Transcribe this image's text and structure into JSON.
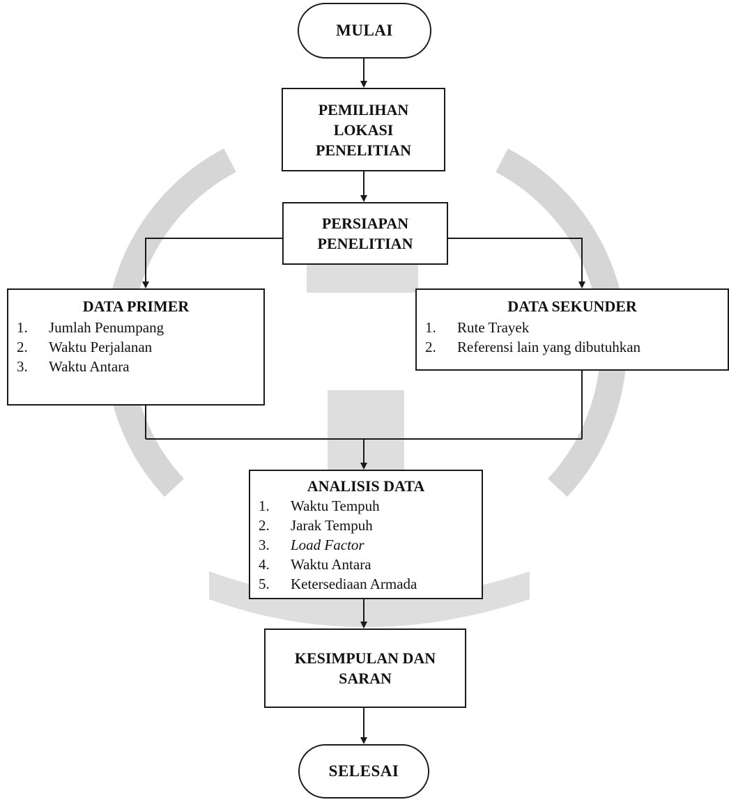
{
  "start": {
    "label": "MULAI"
  },
  "site_selection": {
    "lines": [
      "PEMILIHAN",
      "LOKASI",
      "PENELITIAN"
    ]
  },
  "preparation": {
    "lines": [
      "PERSIAPAN",
      "PENELITIAN"
    ]
  },
  "primary_data": {
    "title": "DATA PRIMER",
    "items": [
      {
        "num": "1.",
        "text": "Jumlah Penumpang"
      },
      {
        "num": "2.",
        "text": "Waktu Perjalanan"
      },
      {
        "num": "3.",
        "text": "Waktu Antara"
      }
    ]
  },
  "secondary_data": {
    "title": "DATA SEKUNDER",
    "items": [
      {
        "num": "1.",
        "text": "Rute Trayek"
      },
      {
        "num": "2.",
        "text": "Referensi lain yang dibutuhkan"
      }
    ]
  },
  "analysis": {
    "title": "ANALISIS DATA",
    "items": [
      {
        "num": "1.",
        "text": "Waktu Tempuh",
        "italic": false
      },
      {
        "num": "2.",
        "text": "Jarak Tempuh",
        "italic": false
      },
      {
        "num": "3.",
        "text": "Load Factor",
        "italic": true
      },
      {
        "num": "4.",
        "text": "Waktu Antara",
        "italic": false
      },
      {
        "num": "5.",
        "text": "Ketersediaan Armada",
        "italic": false
      }
    ]
  },
  "conclusion": {
    "lines": [
      "KESIMPULAN DAN",
      "SARAN"
    ]
  },
  "end": {
    "label": "SELESAI"
  },
  "colors": {
    "stroke": "#1a1a1a",
    "watermark": "#cfcfcf"
  }
}
